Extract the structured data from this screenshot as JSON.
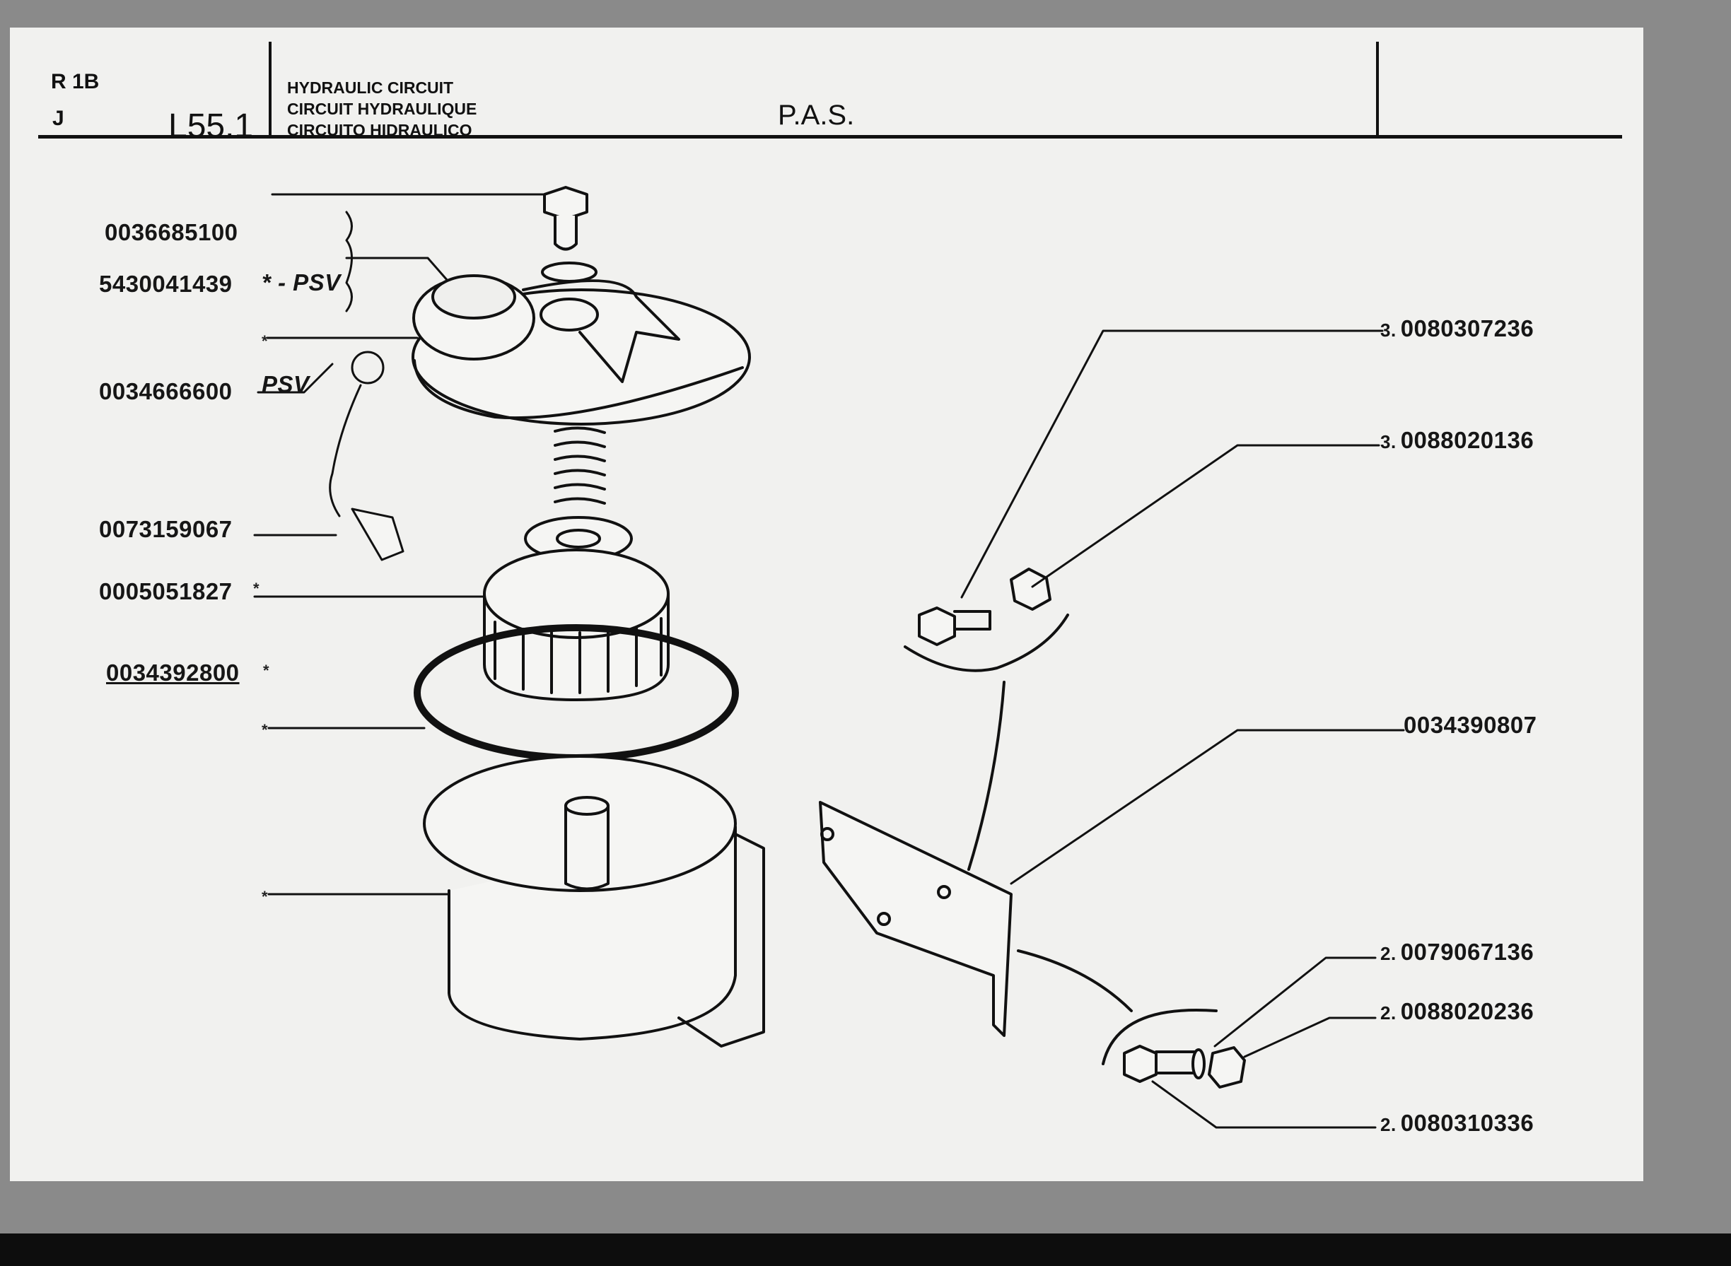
{
  "header": {
    "model": "R 1B",
    "variant": "J",
    "plate": "L55.1",
    "section_en": "HYDRAULIC CIRCUIT",
    "section_fr": "CIRCUIT HYDRAULIQUE",
    "section_it": "CIRCUITO HIDRAULICO",
    "title": "P.A.S."
  },
  "parts_left": [
    {
      "ref": "0036685100"
    },
    {
      "ref": "5430041439",
      "note": "* - PSV"
    },
    {
      "ref": "",
      "note": "*"
    },
    {
      "ref": "0034666600",
      "note": "PSV"
    },
    {
      "ref": "0073159067"
    },
    {
      "ref": "0005051827",
      "note": "*"
    },
    {
      "ref": "0034392800",
      "note": "*"
    },
    {
      "ref": "",
      "note": "*"
    },
    {
      "ref": "",
      "note": "*"
    }
  ],
  "parts_right": [
    {
      "qty": "3.",
      "ref": "0080307236"
    },
    {
      "qty": "3.",
      "ref": "0088020136"
    },
    {
      "qty": "",
      "ref": "0034390807"
    },
    {
      "qty": "2.",
      "ref": "0079067136"
    },
    {
      "qty": "2.",
      "ref": "0088020236"
    },
    {
      "qty": "2.",
      "ref": "0080310336"
    }
  ],
  "colors": {
    "ink": "#111111",
    "paper": "#f1f1ef",
    "backdrop": "#8e8e8e"
  }
}
